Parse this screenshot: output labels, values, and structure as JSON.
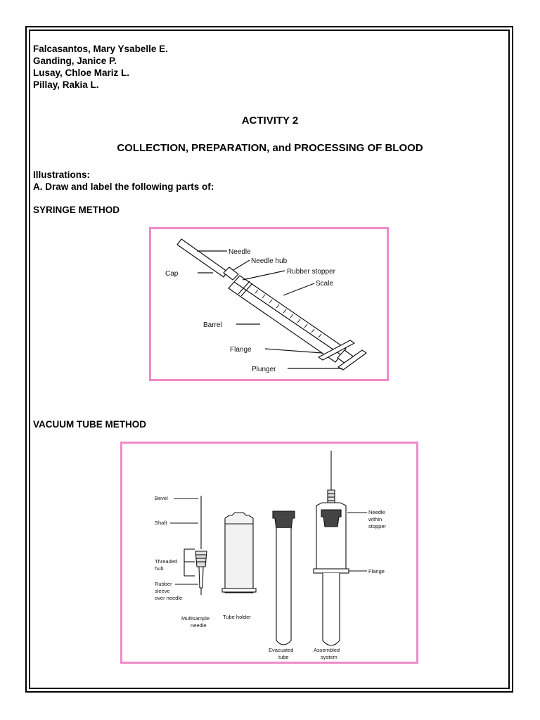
{
  "authors": [
    "Falcasantos, Mary Ysabelle E.",
    "Ganding, Janice P.",
    "Lusay, Chloe Mariz L.",
    "Pillay, Rakia L."
  ],
  "activity_title": "ACTIVITY 2",
  "main_title": "COLLECTION, PREPARATION, and PROCESSING OF BLOOD",
  "illustrations_label": "Illustrations:",
  "instruction": "A. Draw and label the following parts of:",
  "syringe": {
    "heading": "SYRINGE METHOD",
    "labels": {
      "needle": "Needle",
      "needle_hub": "Needle hub",
      "cap": "Cap",
      "rubber_stopper": "Rubber stopper",
      "scale": "Scale",
      "barrel": "Barrel",
      "flange": "Flange",
      "plunger": "Plunger"
    }
  },
  "vacuum": {
    "heading": "VACUUM TUBE METHOD",
    "labels": {
      "bevel": "Bevel",
      "shaft": "Shaft",
      "threaded_hub_1": "Threaded",
      "threaded_hub_2": "hub",
      "rubber_sleeve_1": "Rubber",
      "rubber_sleeve_2": "sleeve",
      "rubber_sleeve_3": "over needle",
      "multisample_1": "Multisample",
      "multisample_2": "needle",
      "tube_holder": "Tube holder",
      "evacuated_1": "Evacuated",
      "evacuated_2": "tube",
      "assembled_1": "Assembled",
      "assembled_2": "system",
      "needle_within_1": "Needle",
      "needle_within_2": "within",
      "needle_within_3": "stopper",
      "flange": "Flange"
    }
  },
  "colors": {
    "panel_border": "#f08ac8",
    "frame": "#000000"
  }
}
